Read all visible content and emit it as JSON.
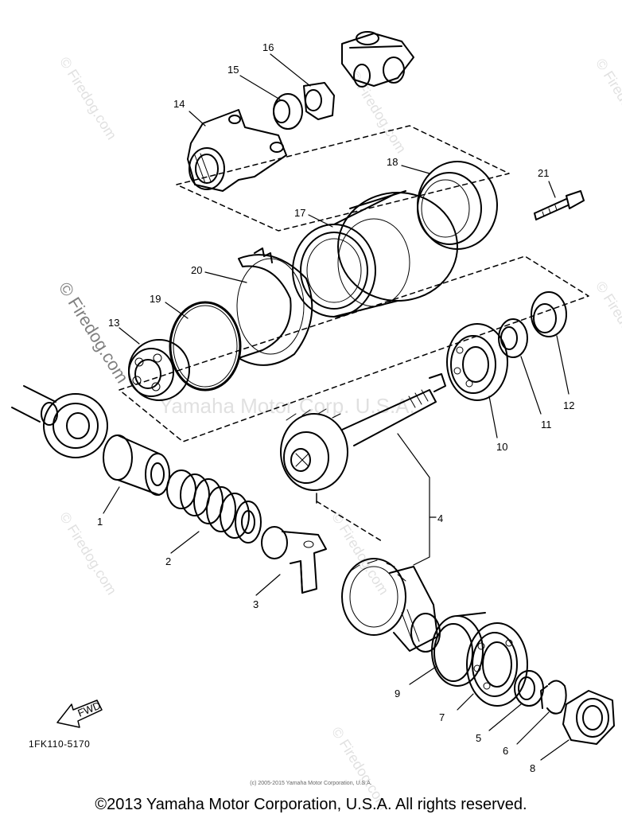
{
  "diagram": {
    "callouts": [
      "1",
      "2",
      "3",
      "4",
      "5",
      "6",
      "7",
      "8",
      "9",
      "10",
      "11",
      "12",
      "13",
      "14",
      "15",
      "16",
      "17",
      "18",
      "19",
      "20",
      "21"
    ],
    "fwd_label": "FWD",
    "reference_code": "1FK110-5170"
  },
  "watermark": {
    "center_text": "Yamaha Motor Corp. U.S.A.",
    "side_text": "© Firedog.com"
  },
  "copyright_small": "(c) 2005-2015 Yamaha Motor Corporation, U.S.A.",
  "footer": "©2013 Yamaha Motor Corporation, U.S.A. All rights reserved."
}
